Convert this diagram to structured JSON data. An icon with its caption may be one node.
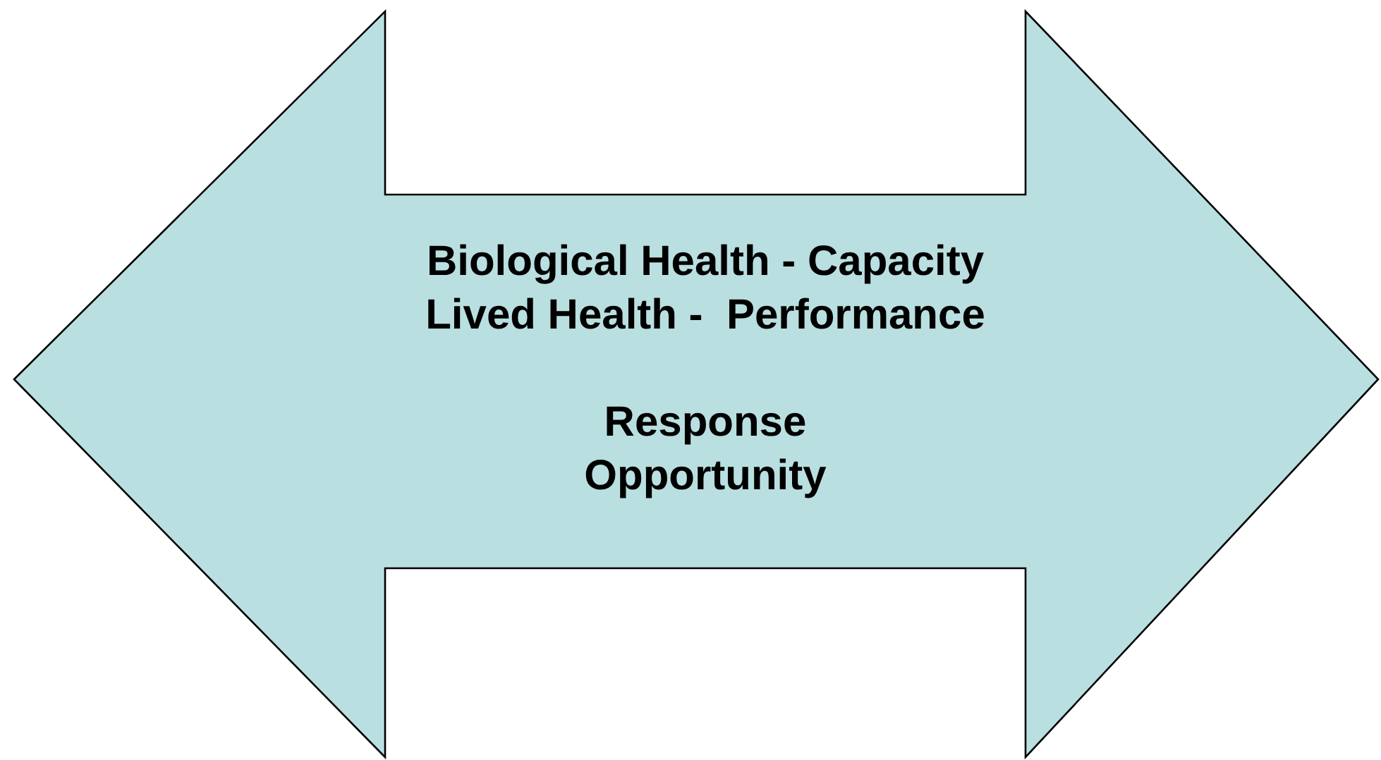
{
  "diagram": {
    "nodes": [
      {
        "text": [
          "Biological Health - Capacity",
          "Lived Health -  Performance",
          "Response",
          "Opportunity"
        ]
      }
    ]
  }
}
